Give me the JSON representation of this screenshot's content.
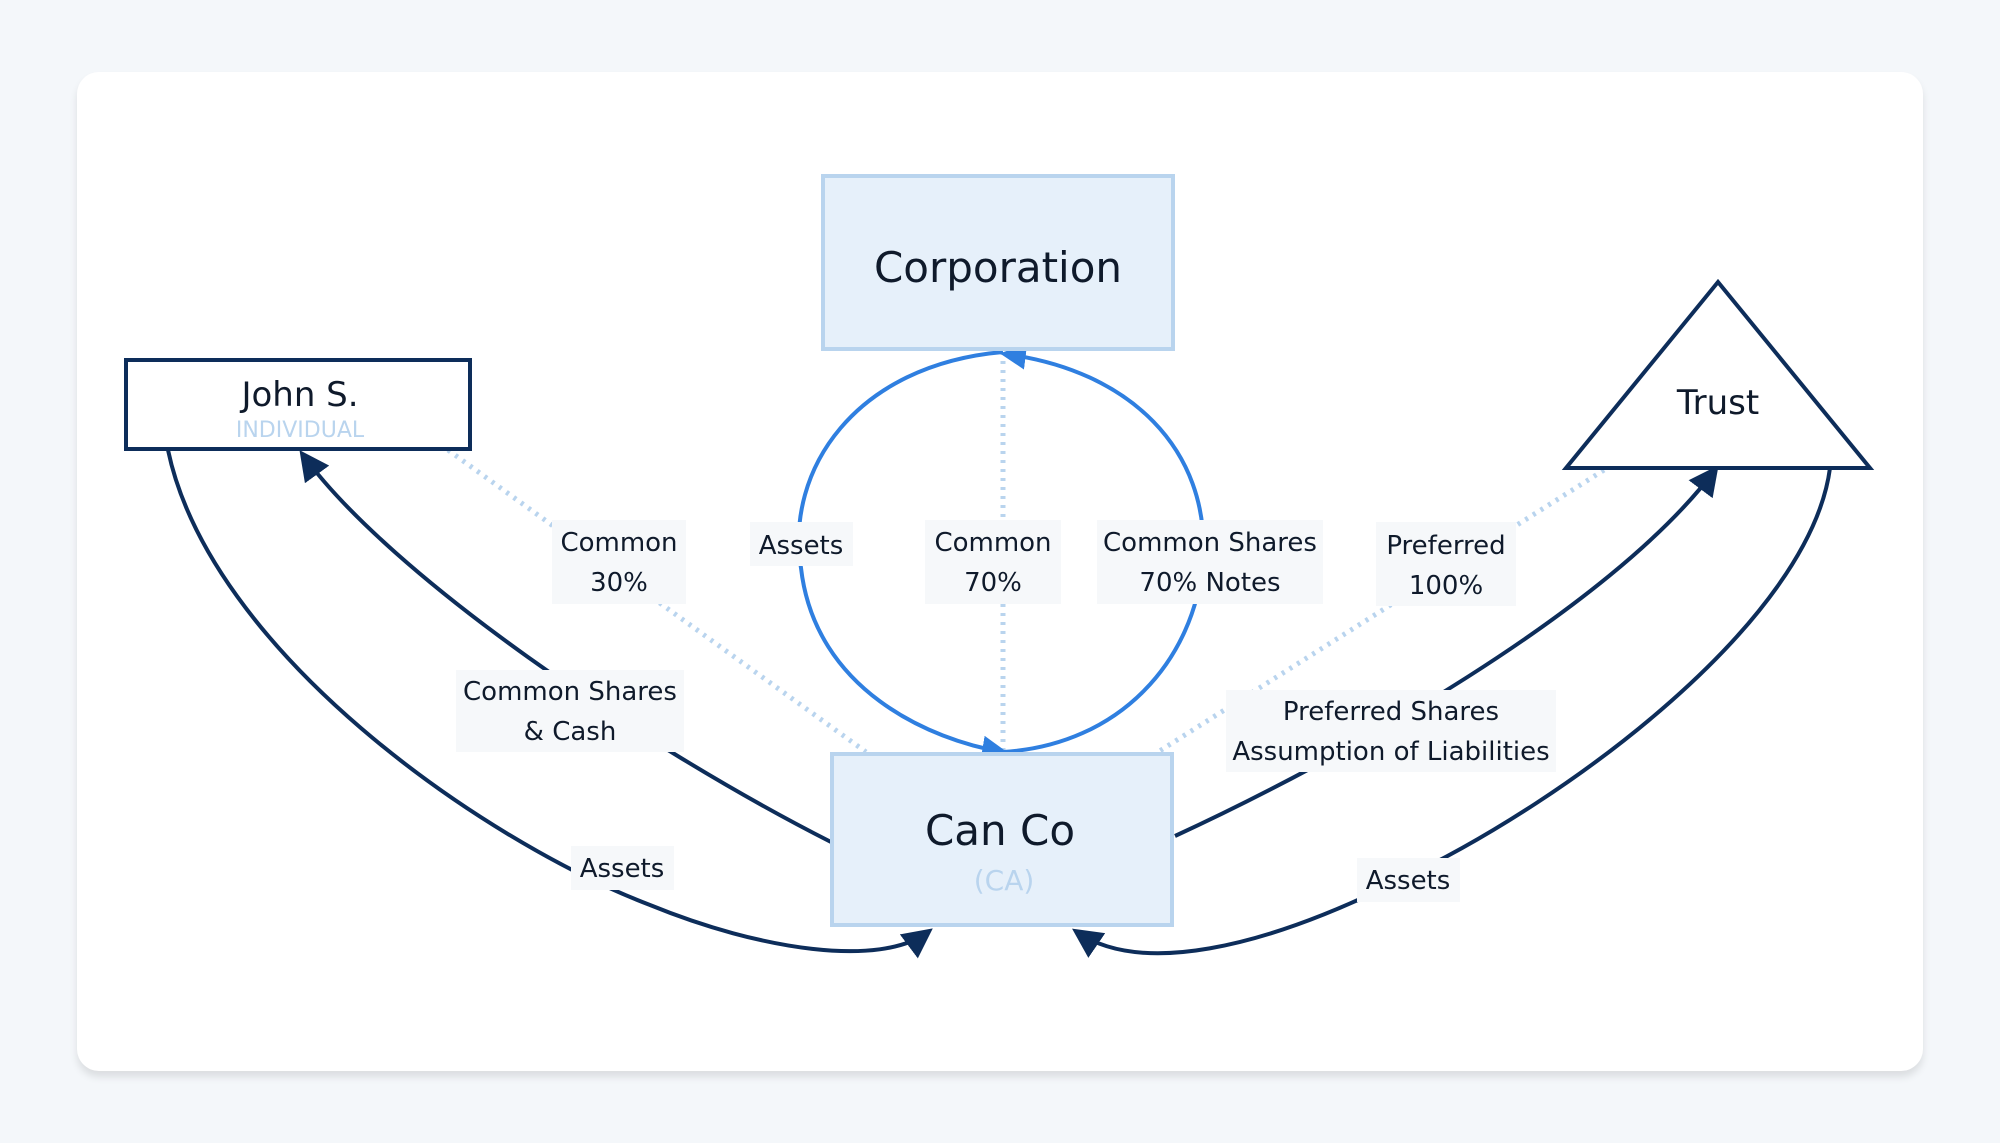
{
  "nodes": {
    "corporation": {
      "title": "Corporation"
    },
    "john": {
      "title": "John S.",
      "subtitle": "INDIVIDUAL"
    },
    "trust": {
      "title": "Trust"
    },
    "canco": {
      "title": "Can Co",
      "subtitle": "(CA)"
    }
  },
  "edges": {
    "assets_loop": "Assets",
    "common_70": {
      "line1": "Common",
      "line2": "70%"
    },
    "shares_notes": {
      "line1": "Common Shares",
      "line2": "70% Notes"
    },
    "common_30": {
      "line1": "Common",
      "line2": "30%"
    },
    "preferred_100": {
      "line1": "Preferred",
      "line2": "100%"
    },
    "shares_cash": {
      "line1": "Common Shares",
      "line2": "& Cash"
    },
    "assets_john": "Assets",
    "pref_liab": {
      "line1": "Preferred Shares",
      "line2": "Assumption of Liabilities"
    },
    "assets_trust": "Assets"
  },
  "colors": {
    "navy": "#0d2d5a",
    "blue": "#2f7fe0",
    "dotted": "#b9d4ee",
    "node_fill": "#e6f0fa",
    "node_border": "#b9d4ee"
  }
}
